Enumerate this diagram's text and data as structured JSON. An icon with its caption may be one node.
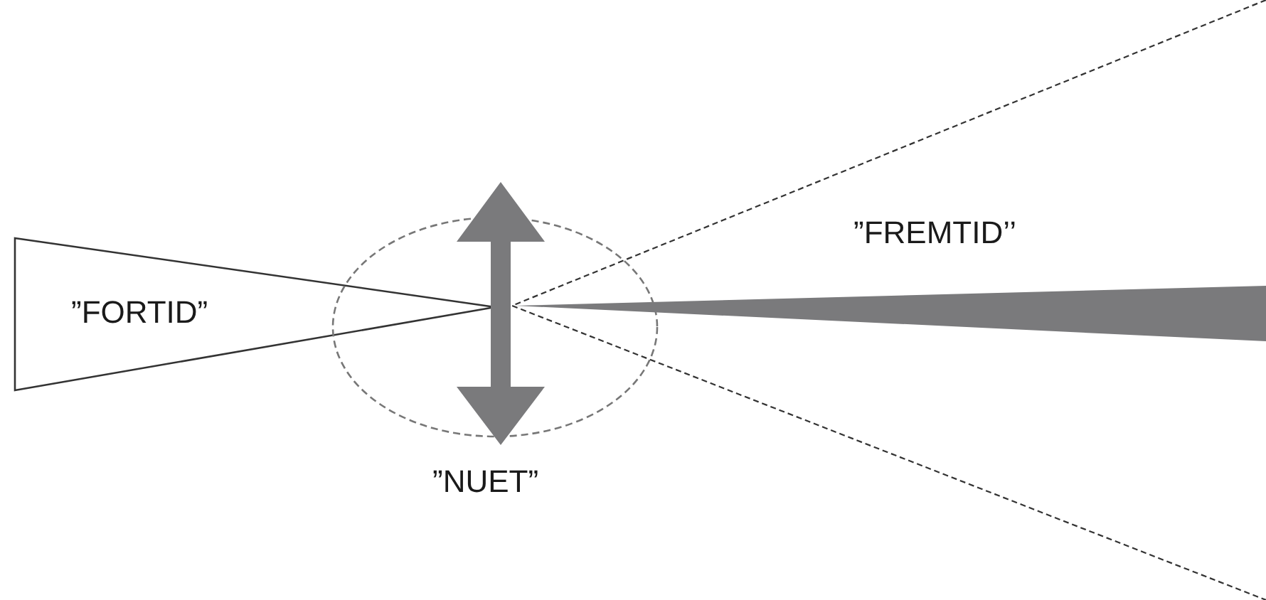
{
  "diagram": {
    "nodes": [
      {
        "text": [
          "”FORTID”"
        ]
      },
      {
        "text": [
          "”NUET”"
        ]
      },
      {
        "text": [
          "”FREMTID’’"
        ]
      }
    ]
  }
}
